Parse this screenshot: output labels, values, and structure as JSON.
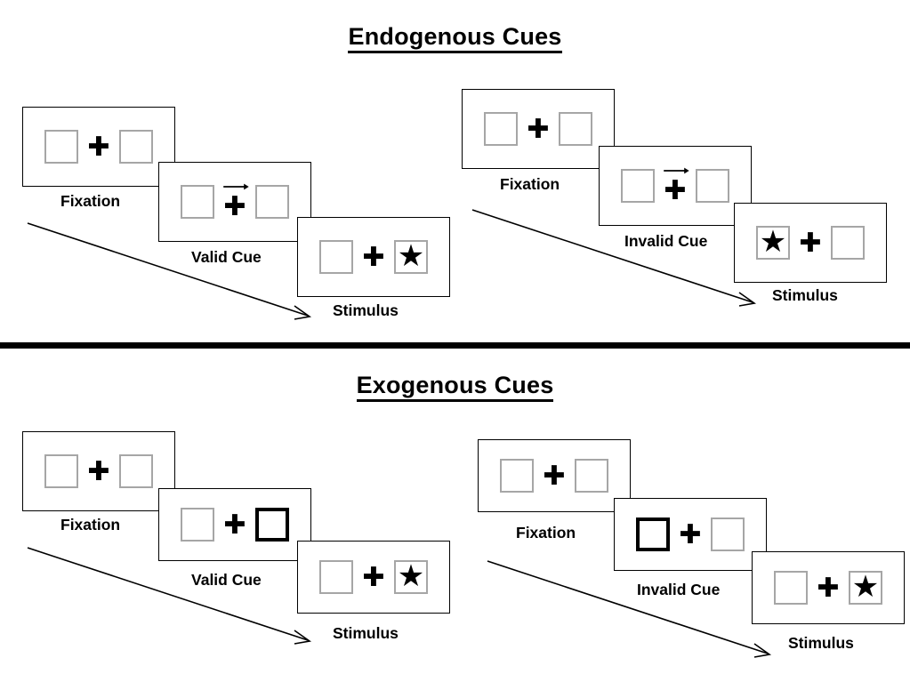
{
  "sections": [
    {
      "id": "endogenous",
      "title": "Endogenous Cues",
      "columns": [
        {
          "id": "endogenous-valid",
          "cards": [
            {
              "caption": "Fixation",
              "left_box": "empty",
              "right_box": "empty",
              "center": "plus"
            },
            {
              "caption": "Valid Cue",
              "left_box": "empty",
              "right_box": "empty",
              "center": "plus-with-right-arrow"
            },
            {
              "caption": "Stimulus",
              "left_box": "empty",
              "right_box": "star",
              "center": "plus"
            }
          ]
        },
        {
          "id": "endogenous-invalid",
          "cards": [
            {
              "caption": "Fixation",
              "left_box": "empty",
              "right_box": "empty",
              "center": "plus"
            },
            {
              "caption": "Invalid Cue",
              "left_box": "empty",
              "right_box": "empty",
              "center": "plus-with-right-arrow"
            },
            {
              "caption": "Stimulus",
              "left_box": "star",
              "right_box": "empty",
              "center": "plus"
            }
          ]
        }
      ]
    },
    {
      "id": "exogenous",
      "title": "Exogenous Cues",
      "columns": [
        {
          "id": "exogenous-valid",
          "cards": [
            {
              "caption": "Fixation",
              "left_box": "empty",
              "right_box": "empty",
              "center": "plus"
            },
            {
              "caption": "Valid Cue",
              "left_box": "empty",
              "right_box": "highlight",
              "center": "plus"
            },
            {
              "caption": "Stimulus",
              "left_box": "empty",
              "right_box": "star",
              "center": "plus"
            }
          ]
        },
        {
          "id": "exogenous-invalid",
          "cards": [
            {
              "caption": "Fixation",
              "left_box": "empty",
              "right_box": "empty",
              "center": "plus"
            },
            {
              "caption": "Invalid Cue",
              "left_box": "highlight",
              "right_box": "empty",
              "center": "plus"
            },
            {
              "caption": "Stimulus",
              "left_box": "empty",
              "right_box": "star",
              "center": "plus"
            }
          ]
        }
      ]
    }
  ],
  "glyphs": {
    "plus": "✚",
    "star": "★"
  },
  "colors": {
    "box_border": "#a6a6a6",
    "highlight_border": "#000000",
    "card_border": "#000000",
    "divider": "#000000",
    "text": "#000000",
    "background": "#ffffff"
  },
  "captions": {
    "fixation": "Fixation",
    "valid_cue": "Valid Cue",
    "invalid_cue": "Invalid Cue",
    "stimulus": "Stimulus"
  },
  "annotations": {
    "time_arrow": "diagonal arrow indicating passage of time"
  }
}
